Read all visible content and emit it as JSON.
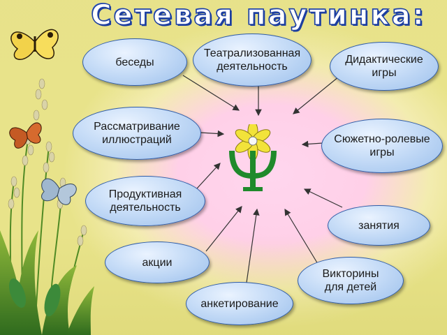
{
  "title": "Сетевая паутинка:",
  "center_icon": "flower-psi-icon",
  "nodes": [
    {
      "id": "conversations",
      "label": "беседы"
    },
    {
      "id": "theatrical",
      "label": "Театрализованная\nдеятельность"
    },
    {
      "id": "didactic",
      "label": "Дидактические\nигры"
    },
    {
      "id": "illustrations",
      "label": "Рассматривание\nиллюстраций"
    },
    {
      "id": "roleplay",
      "label": "Сюжетно-ролевые\nигры"
    },
    {
      "id": "productive",
      "label": "Продуктивная\nдеятельность"
    },
    {
      "id": "lessons",
      "label": "занятия"
    },
    {
      "id": "actions",
      "label": "акции"
    },
    {
      "id": "quizzes",
      "label": "Викторины\nдля детей"
    },
    {
      "id": "survey",
      "label": "анкетирование"
    }
  ],
  "colors": {
    "oval_fill": "#c6dcf7",
    "oval_border": "#2f5ca8",
    "title_stroke": "#1d3fa0",
    "flower_petal": "#f2e33a",
    "psi_green": "#1f8a2b"
  }
}
